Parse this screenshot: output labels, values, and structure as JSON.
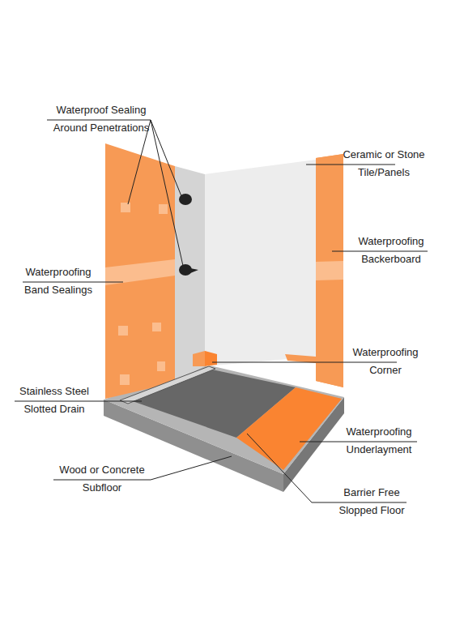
{
  "diagram": {
    "labels": [
      "Waterproof Sealing Around Penetrations",
      "Ceramic or Stone Tile/Panels",
      "Waterproofing Backerboard",
      "Waterproofing Band Sealings",
      "Waterproofing Corner",
      "Stainless Steel Slotted Drain",
      "Waterproofing Underlayment",
      "Wood or Concrete Subfloor",
      "Barrier Free Slopped Floor"
    ]
  }
}
